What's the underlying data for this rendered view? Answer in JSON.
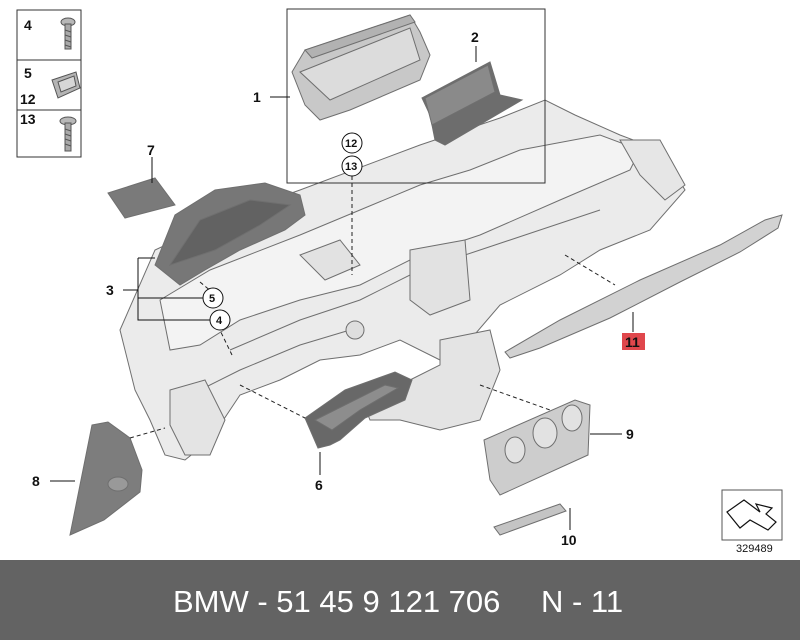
{
  "callouts": {
    "c1": "1",
    "c2": "2",
    "c3": "3",
    "c4": "4",
    "c5": "5",
    "c6": "6",
    "c7": "7",
    "c8": "8",
    "c9": "9",
    "c10": "10",
    "c11": "11",
    "c12": "12",
    "c13": "13"
  },
  "legend": [
    {
      "num": "4"
    },
    {
      "num": "5",
      "num2": "12"
    },
    {
      "num": "13"
    }
  ],
  "circled": [
    "12",
    "13",
    "5",
    "4"
  ],
  "diagram_number": "329489",
  "footer": {
    "part_text": "BMW - 51 45 9 121 706",
    "item_text": "N - 11"
  },
  "colors": {
    "footer_bg": "#636363",
    "highlight": "#e0474c",
    "dashboard": "#ebebeb",
    "dark_part": "#707070"
  }
}
